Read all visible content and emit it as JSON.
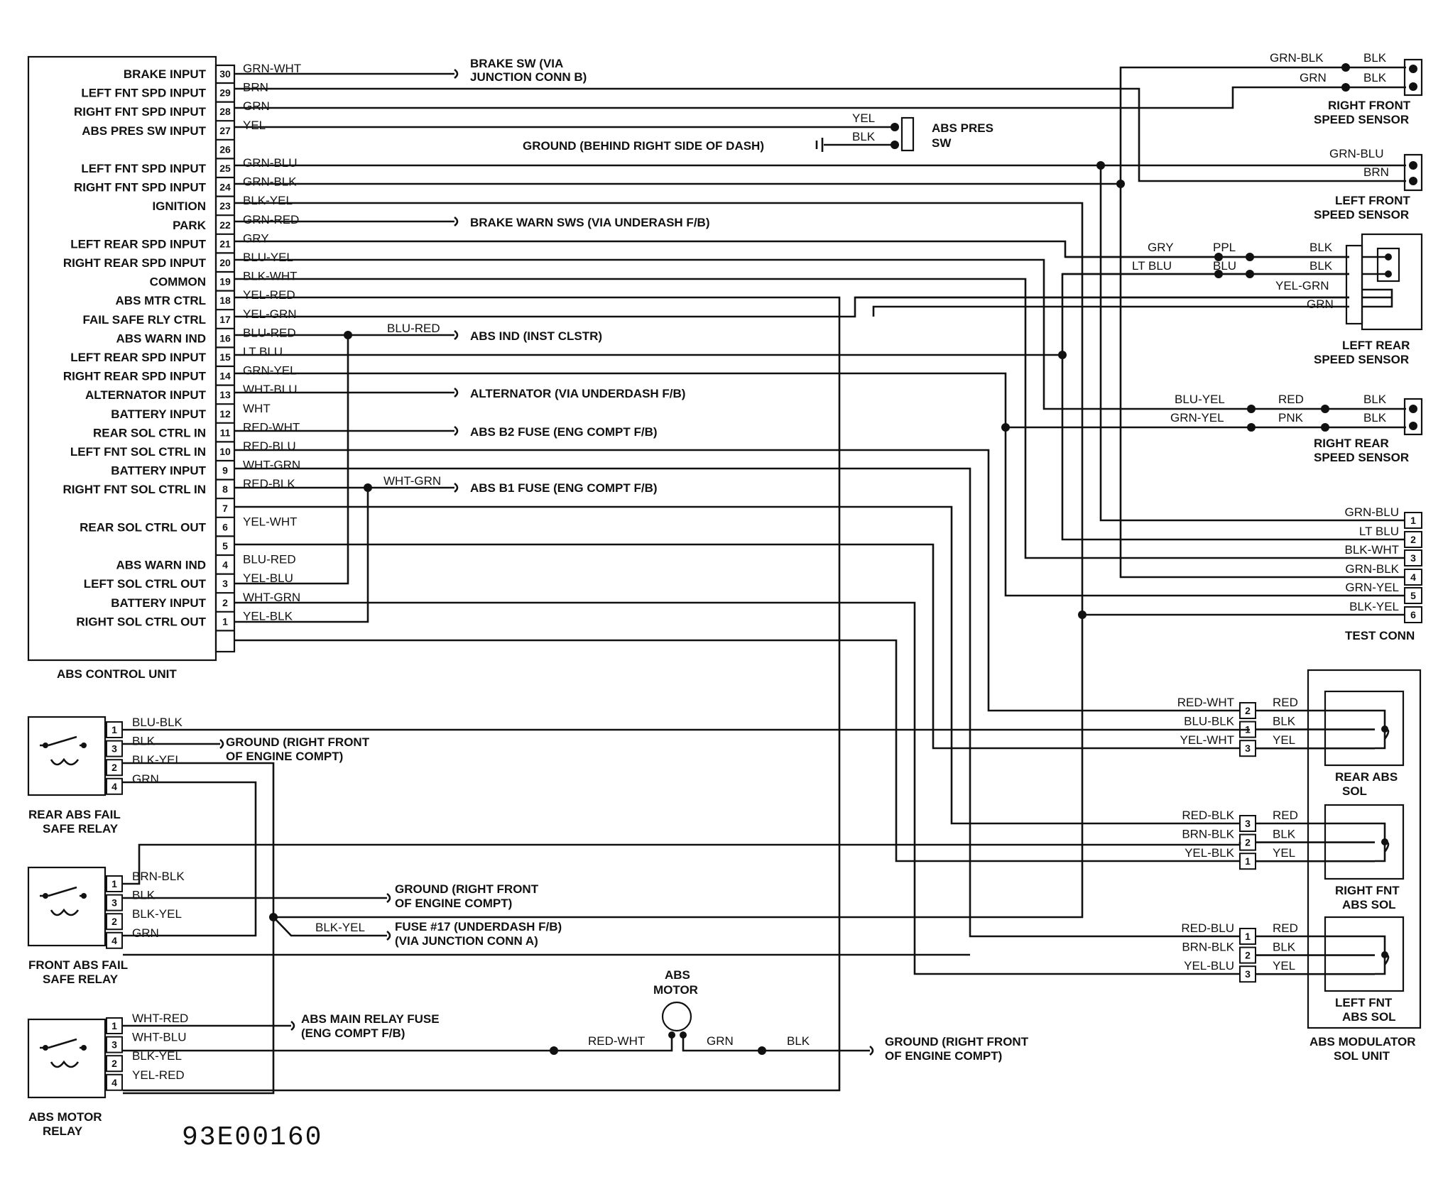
{
  "control_unit": {
    "title": "ABS CONTROL UNIT",
    "pins": [
      {
        "num": "30",
        "label": "BRAKE INPUT",
        "wire": "GRN-WHT"
      },
      {
        "num": "29",
        "label": "LEFT FNT SPD INPUT",
        "wire": "BRN"
      },
      {
        "num": "28",
        "label": "RIGHT FNT SPD INPUT",
        "wire": "GRN"
      },
      {
        "num": "27",
        "label": "ABS PRES SW INPUT",
        "wire": "YEL"
      },
      {
        "num": "26",
        "label": "",
        "wire": ""
      },
      {
        "num": "25",
        "label": "LEFT FNT SPD INPUT",
        "wire": "GRN-BLU"
      },
      {
        "num": "24",
        "label": "RIGHT FNT SPD INPUT",
        "wire": "GRN-BLK"
      },
      {
        "num": "23",
        "label": "IGNITION",
        "wire": "BLK-YEL"
      },
      {
        "num": "22",
        "label": "PARK",
        "wire": "GRN-RED"
      },
      {
        "num": "21",
        "label": "LEFT REAR SPD INPUT",
        "wire": "GRY"
      },
      {
        "num": "20",
        "label": "RIGHT REAR SPD INPUT",
        "wire": "BLU-YEL"
      },
      {
        "num": "19",
        "label": "COMMON",
        "wire": "BLK-WHT"
      },
      {
        "num": "18",
        "label": "ABS MTR CTRL",
        "wire": "YEL-RED"
      },
      {
        "num": "17",
        "label": "FAIL SAFE RLY CTRL",
        "wire": "YEL-GRN"
      },
      {
        "num": "16",
        "label": "ABS WARN IND",
        "wire": "BLU-RED"
      },
      {
        "num": "15",
        "label": "LEFT REAR SPD INPUT",
        "wire": "LT BLU"
      },
      {
        "num": "14",
        "label": "RIGHT REAR SPD INPUT",
        "wire": "GRN-YEL"
      },
      {
        "num": "13",
        "label": "ALTERNATOR INPUT",
        "wire": "WHT-BLU"
      },
      {
        "num": "12",
        "label": "BATTERY INPUT",
        "wire": "WHT"
      },
      {
        "num": "11",
        "label": "REAR SOL CTRL IN",
        "wire": "RED-WHT"
      },
      {
        "num": "10",
        "label": "LEFT FNT SOL CTRL IN",
        "wire": "RED-BLU"
      },
      {
        "num": "9",
        "label": "BATTERY INPUT",
        "wire": "WHT-GRN"
      },
      {
        "num": "8",
        "label": "RIGHT FNT SOL CTRL IN",
        "wire": "RED-BLK"
      },
      {
        "num": "7",
        "label": "",
        "wire": ""
      },
      {
        "num": "6",
        "label": "REAR SOL CTRL OUT",
        "wire": "YEL-WHT"
      },
      {
        "num": "5",
        "label": "",
        "wire": ""
      },
      {
        "num": "4",
        "label": "ABS WARN IND",
        "wire": "BLU-RED"
      },
      {
        "num": "3",
        "label": "LEFT SOL CTRL OUT",
        "wire": "YEL-BLU"
      },
      {
        "num": "2",
        "label": "BATTERY INPUT",
        "wire": "WHT-GRN"
      },
      {
        "num": "1",
        "label": "RIGHT SOL CTRL OUT",
        "wire": "YEL-BLK"
      }
    ]
  },
  "destinations": {
    "brake_sw": [
      "BRAKE SW (VIA",
      "JUNCTION CONN B)"
    ],
    "ground_dash": "GROUND (BEHIND RIGHT SIDE OF DASH)",
    "brake_warn": "BRAKE WARN SWS (VIA UNDERASH F/B)",
    "abs_ind": "ABS IND (INST CLSTR)",
    "abs_ind_wire": "BLU-RED",
    "alternator": "ALTERNATOR (VIA UNDERDASH F/B)",
    "b2_fuse": "ABS B2 FUSE (ENG COMPT F/B)",
    "b1_fuse": "ABS B1 FUSE (ENG COMPT F/B)",
    "b1_wire": "WHT-GRN"
  },
  "abs_pres_sw": {
    "label": [
      "ABS PRES",
      "SW"
    ],
    "wires": [
      "YEL",
      "BLK"
    ]
  },
  "right_front_sensor": {
    "label": [
      "RIGHT FRONT",
      "SPEED SENSOR"
    ],
    "wires_in": [
      "GRN-BLK",
      "GRN"
    ],
    "wires_out": [
      "BLK",
      "BLK"
    ]
  },
  "left_front_sensor": {
    "label": [
      "LEFT FRONT",
      "SPEED SENSOR"
    ],
    "wires": [
      "GRN-BLU",
      "BRN"
    ]
  },
  "left_rear_sensor": {
    "label": [
      "LEFT REAR",
      "SPEED SENSOR"
    ],
    "wires_in": [
      "GRY",
      "LT BLU"
    ],
    "wires_mid": [
      "PPL",
      "BLU"
    ],
    "wires_out": [
      "BLK",
      "BLK",
      "YEL-GRN",
      "GRN"
    ]
  },
  "right_rear_sensor": {
    "label": [
      "RIGHT REAR",
      "SPEED SENSOR"
    ],
    "wires_in": [
      "BLU-YEL",
      "GRN-YEL"
    ],
    "wires_mid": [
      "RED",
      "PNK"
    ],
    "wires_out": [
      "BLK",
      "BLK"
    ]
  },
  "test_conn": {
    "label": "TEST CONN",
    "wires": [
      "GRN-BLU",
      "LT BLU",
      "BLK-WHT",
      "GRN-BLK",
      "GRN-YEL",
      "BLK-YEL"
    ],
    "pins": [
      "1",
      "2",
      "3",
      "4",
      "5",
      "6"
    ]
  },
  "modulator": {
    "label": [
      "ABS MODULATOR",
      "SOL UNIT"
    ],
    "rear": {
      "label": [
        "REAR ABS",
        "SOL"
      ],
      "wires_in": [
        "RED-WHT",
        "BLU-BLK",
        "YEL-WHT"
      ],
      "pins": [
        "2",
        "1",
        "3"
      ],
      "wires_out": [
        "RED",
        "BLK",
        "YEL"
      ]
    },
    "right": {
      "label": [
        "RIGHT FNT",
        "ABS SOL"
      ],
      "wires_in": [
        "RED-BLK",
        "BRN-BLK",
        "YEL-BLK"
      ],
      "pins": [
        "3",
        "2",
        "1"
      ],
      "wires_out": [
        "RED",
        "BLK",
        "YEL"
      ]
    },
    "left": {
      "label": [
        "LEFT FNT",
        "ABS SOL"
      ],
      "wires_in": [
        "RED-BLU",
        "BRN-BLK",
        "YEL-BLU"
      ],
      "pins": [
        "1",
        "2",
        "3"
      ],
      "wires_out": [
        "RED",
        "BLK",
        "YEL"
      ]
    }
  },
  "rear_relay": {
    "label": [
      "REAR ABS FAIL",
      "SAFE RELAY"
    ],
    "pins": [
      "1",
      "3",
      "2",
      "4"
    ],
    "wires": [
      "BLU-BLK",
      "BLK",
      "BLK-YEL",
      "GRN"
    ],
    "ground": [
      "GROUND (RIGHT FRONT",
      "OF ENGINE COMPT)"
    ]
  },
  "front_relay": {
    "label": [
      "FRONT ABS FAIL",
      "SAFE RELAY"
    ],
    "pins": [
      "1",
      "3",
      "2",
      "4"
    ],
    "wires": [
      "BRN-BLK",
      "BLK",
      "BLK-YEL",
      "GRN",
      "GRN"
    ],
    "ground": [
      "GROUND (RIGHT FRONT",
      "OF ENGINE COMPT)"
    ],
    "fuse": [
      "FUSE #17 (UNDERDASH F/B)",
      "(VIA JUNCTION CONN A)"
    ],
    "fuse_wire": "BLK-YEL"
  },
  "motor_relay": {
    "label": [
      "ABS MOTOR",
      "RELAY"
    ],
    "pins": [
      "1",
      "3",
      "2",
      "4"
    ],
    "wires": [
      "WHT-RED",
      "WHT-BLU",
      "BLK-YEL",
      "YEL-RED"
    ],
    "fuse": [
      "ABS MAIN RELAY FUSE",
      "(ENG COMPT F/B)"
    ]
  },
  "abs_motor": {
    "label": [
      "ABS",
      "MOTOR"
    ],
    "wires": [
      "RED-WHT",
      "GRN",
      "BLK"
    ],
    "ground": [
      "GROUND (RIGHT FRONT",
      "OF ENGINE COMPT)"
    ]
  },
  "figure_code": "93E00160"
}
